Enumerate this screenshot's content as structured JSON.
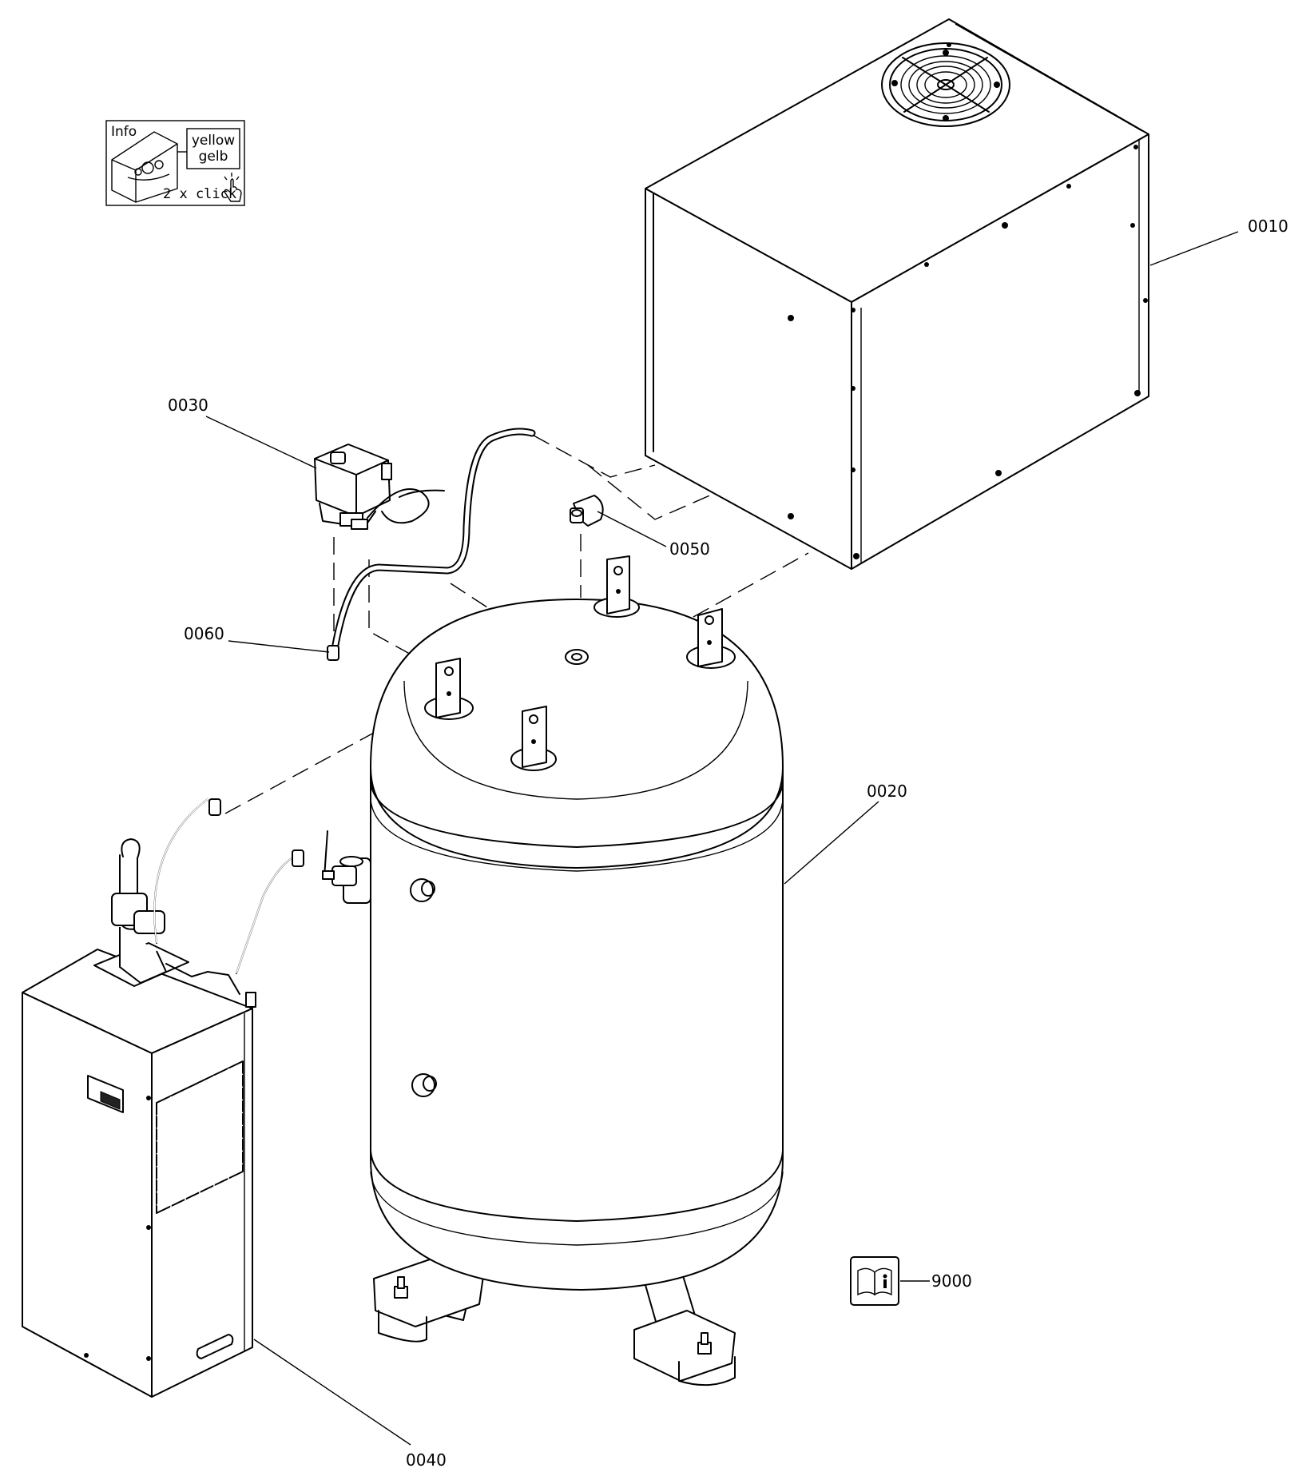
{
  "info_box": {
    "title": "Info",
    "color_en": "yellow",
    "color_de": "gelb",
    "action": "2 x click"
  },
  "callouts": {
    "p0010": "0010",
    "p0020": "0020",
    "p0030": "0030",
    "p0040": "0040",
    "p0050": "0050",
    "p0060": "0060",
    "p9000": "9000"
  }
}
